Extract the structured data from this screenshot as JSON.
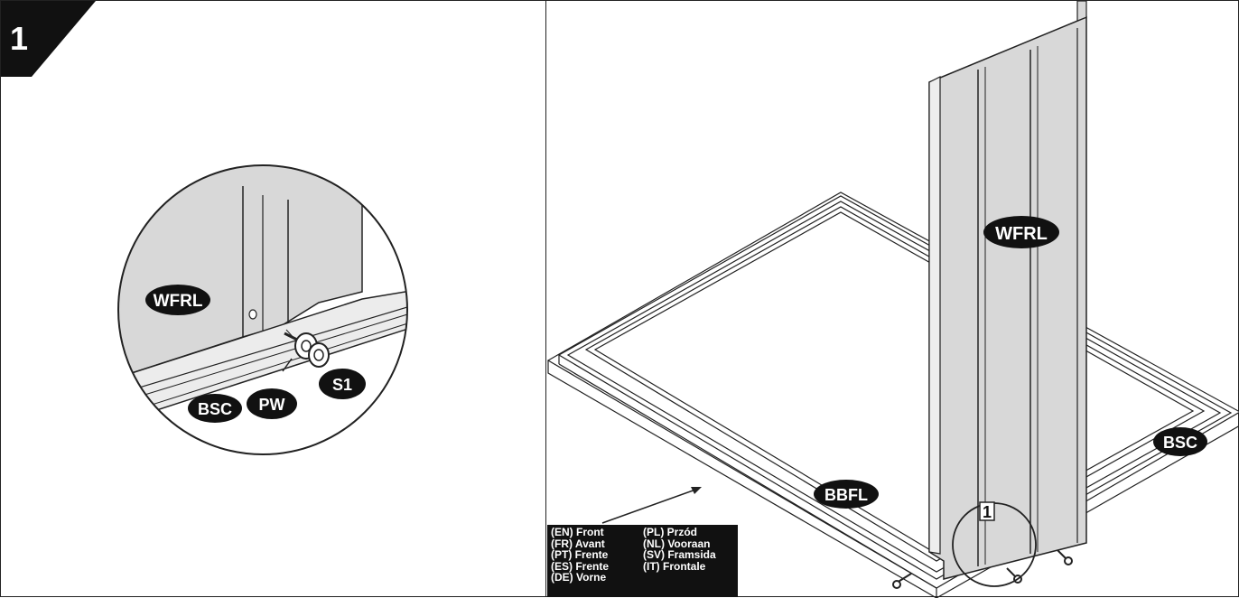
{
  "step": {
    "number": "1"
  },
  "callouts": {
    "detail_wfrl": "WFRL",
    "detail_bsc": "BSC",
    "detail_pw": "PW",
    "detail_s1": "S1",
    "main_wfrl": "WFRL",
    "main_bsc": "BSC",
    "main_bbfl": "BBFL",
    "main_detail_ref": "1"
  },
  "legend": {
    "left": [
      "(EN) Front",
      "(FR) Avant",
      "(PT) Frente",
      "(ES) Frente",
      "(DE) Vorne"
    ],
    "right": [
      "(PL) Przód",
      "(NL) Vooraan",
      "(SV) Framsida",
      "(IT) Frontale"
    ]
  },
  "colors": {
    "ink": "#111111",
    "panel_gray": "#d9d9d9",
    "paper": "#ffffff"
  },
  "icons": {
    "screw": "screw-icon",
    "washer": "washer-icon",
    "arrow": "front-direction-arrow-icon"
  }
}
